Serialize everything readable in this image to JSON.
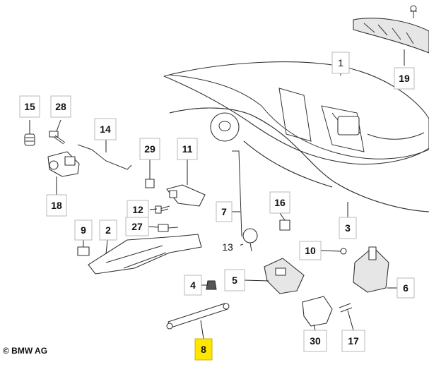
{
  "callouts": [
    {
      "label": "1",
      "highlight": false
    },
    {
      "label": "19",
      "highlight": false
    },
    {
      "label": "15",
      "highlight": false
    },
    {
      "label": "28",
      "highlight": false
    },
    {
      "label": "14",
      "highlight": false
    },
    {
      "label": "29",
      "highlight": false
    },
    {
      "label": "11",
      "highlight": false
    },
    {
      "label": "18",
      "highlight": false
    },
    {
      "label": "12",
      "highlight": false
    },
    {
      "label": "7",
      "highlight": false
    },
    {
      "label": "16",
      "highlight": false
    },
    {
      "label": "3",
      "highlight": false
    },
    {
      "label": "9",
      "highlight": false
    },
    {
      "label": "2",
      "highlight": false
    },
    {
      "label": "27",
      "highlight": false
    },
    {
      "label": "13",
      "highlight": false
    },
    {
      "label": "10",
      "highlight": false
    },
    {
      "label": "5",
      "highlight": false
    },
    {
      "label": "4",
      "highlight": false
    },
    {
      "label": "6",
      "highlight": false
    },
    {
      "label": "17",
      "highlight": false
    },
    {
      "label": "30",
      "highlight": false
    },
    {
      "label": "8",
      "highlight": true
    }
  ],
  "copyright": "© BMW AG",
  "colors": {
    "highlight": "#ffe600",
    "line": "#222222"
  }
}
